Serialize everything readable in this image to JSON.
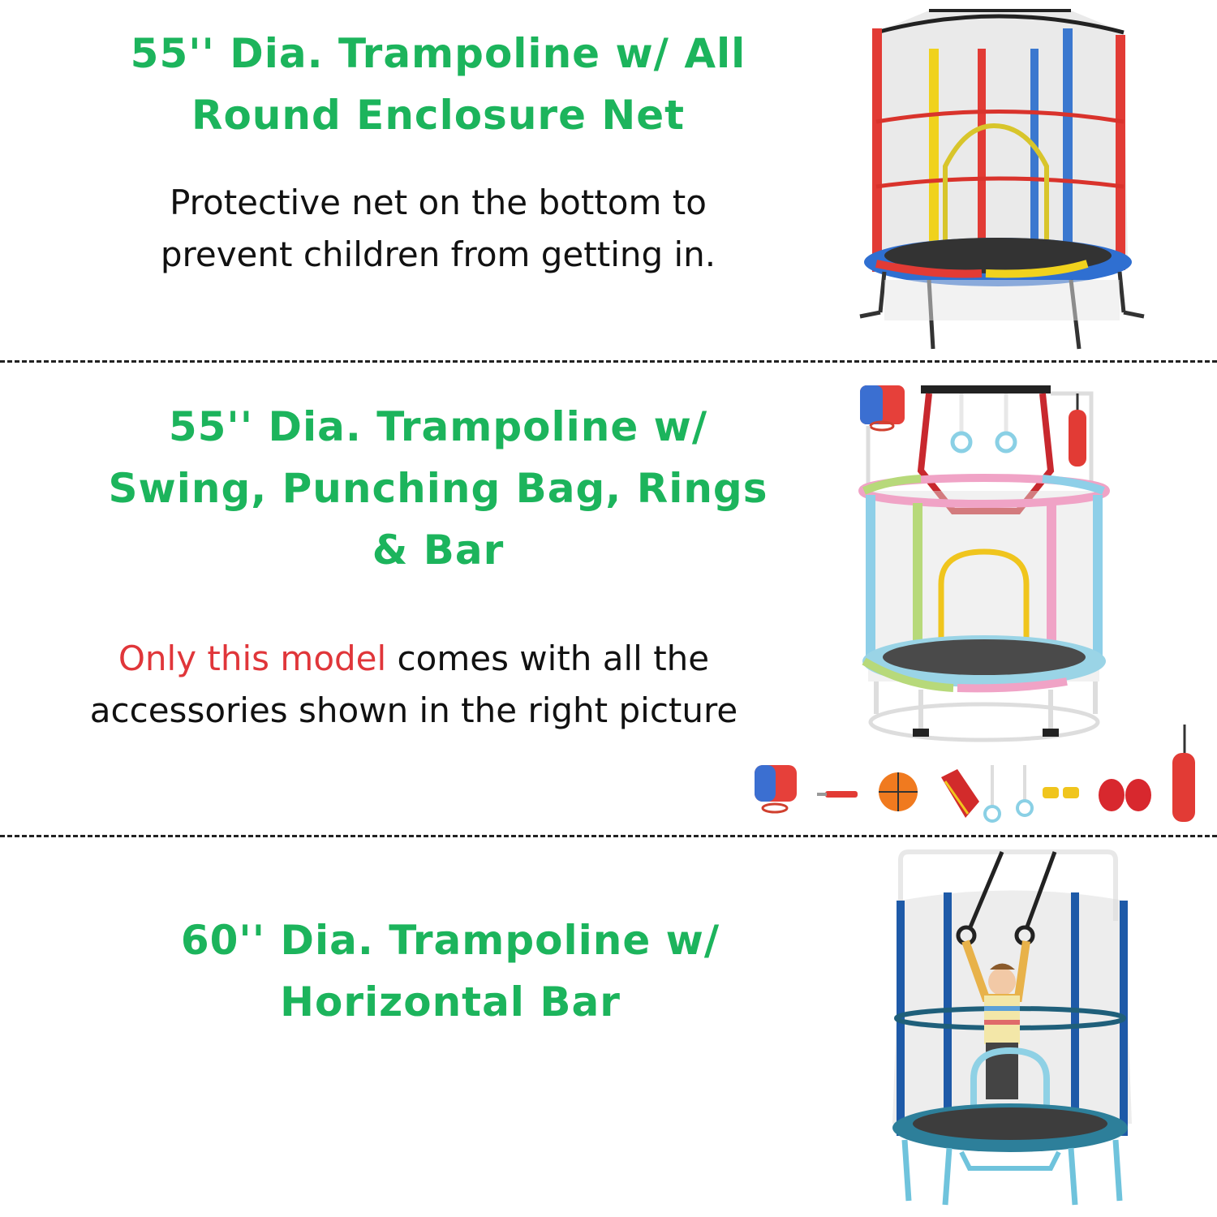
{
  "colors": {
    "title": "#1cb45c",
    "body_text": "#111111",
    "highlight": "#e0363a",
    "divider": "#222222"
  },
  "sections": [
    {
      "title_line1": "55'' Dia. Trampoline w/ All",
      "title_line2": "Round Enclosure Net",
      "desc_line1": "Protective net on the bottom to",
      "desc_line2": "prevent children from getting in.",
      "image": "multicolor-trampoline-with-enclosure-net"
    },
    {
      "title_line1": "55'' Dia. Trampoline w/",
      "title_line2": "Swing, Punching Bag, Rings",
      "title_line3": "& Bar",
      "desc_highlight": "Only this model",
      "desc_line1_rest": " comes with all the",
      "desc_line2": "accessories shown in the right picture",
      "image": "pastel-trampoline-with-swing-rings-basketball-hoop-punching-bag",
      "accessory_icons": [
        "basketball-hoop-icon",
        "pump-icon",
        "basketball-icon",
        "swing-hammock-icon",
        "ring-strap-icon",
        "ring-strap-icon",
        "wrist-band-icon",
        "boxing-gloves-icon",
        "punching-bag-icon"
      ]
    },
    {
      "title_line1": "60'' Dia. Trampoline w/",
      "title_line2": "Horizontal Bar",
      "image": "blue-trampoline-with-horizontal-bar-and-child"
    }
  ]
}
